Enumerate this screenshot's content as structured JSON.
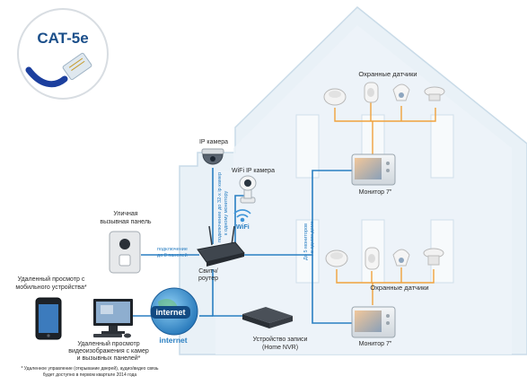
{
  "badge": {
    "label": "CAT-5e"
  },
  "labels": {
    "ip_camera": "IP камера",
    "wifi_camera": "WiFi IP камера",
    "wifi": "WiFi",
    "street_panel_1": "Уличная",
    "street_panel_2": "вызывная панель",
    "panel_link_1": "подключение",
    "panel_link_2": "до 8 панелей",
    "switch_1": "Свитч/",
    "switch_2": "роутер",
    "cam_vertical_1": "подключение до 32-х ip камер",
    "cam_vertical_2": "к одному монитору",
    "mon_vertical_1": "До 5 мониторов",
    "mon_vertical_2": "в одном доме",
    "alarm_top": "Охранные датчики",
    "alarm_bottom": "Охранные датчики",
    "monitor_top": "Монитор 7\"",
    "monitor_bottom": "Монитор 7\"",
    "mobile_1": "Удаленный просмотр с",
    "mobile_2": "мобильного устройства*",
    "pc_1": "Удаленный просмотр",
    "pc_2": "видеоизображения с камер",
    "pc_3": "и вызывных панелей*",
    "internet_globe": "internet",
    "internet_text": "internet",
    "nvr_1": "Устройство записи",
    "nvr_2": "(Home NVR)",
    "footnote_1": "* Удаленное управление (открывание дверей), аудио/видео связь",
    "footnote_2": "будет доступно в первом квартале 2014 года"
  },
  "colors": {
    "line": "#2a7fc2",
    "sensor_link": "#f0a23c",
    "house": "#e8f0f6",
    "house_edge": "#c7d8e6"
  }
}
